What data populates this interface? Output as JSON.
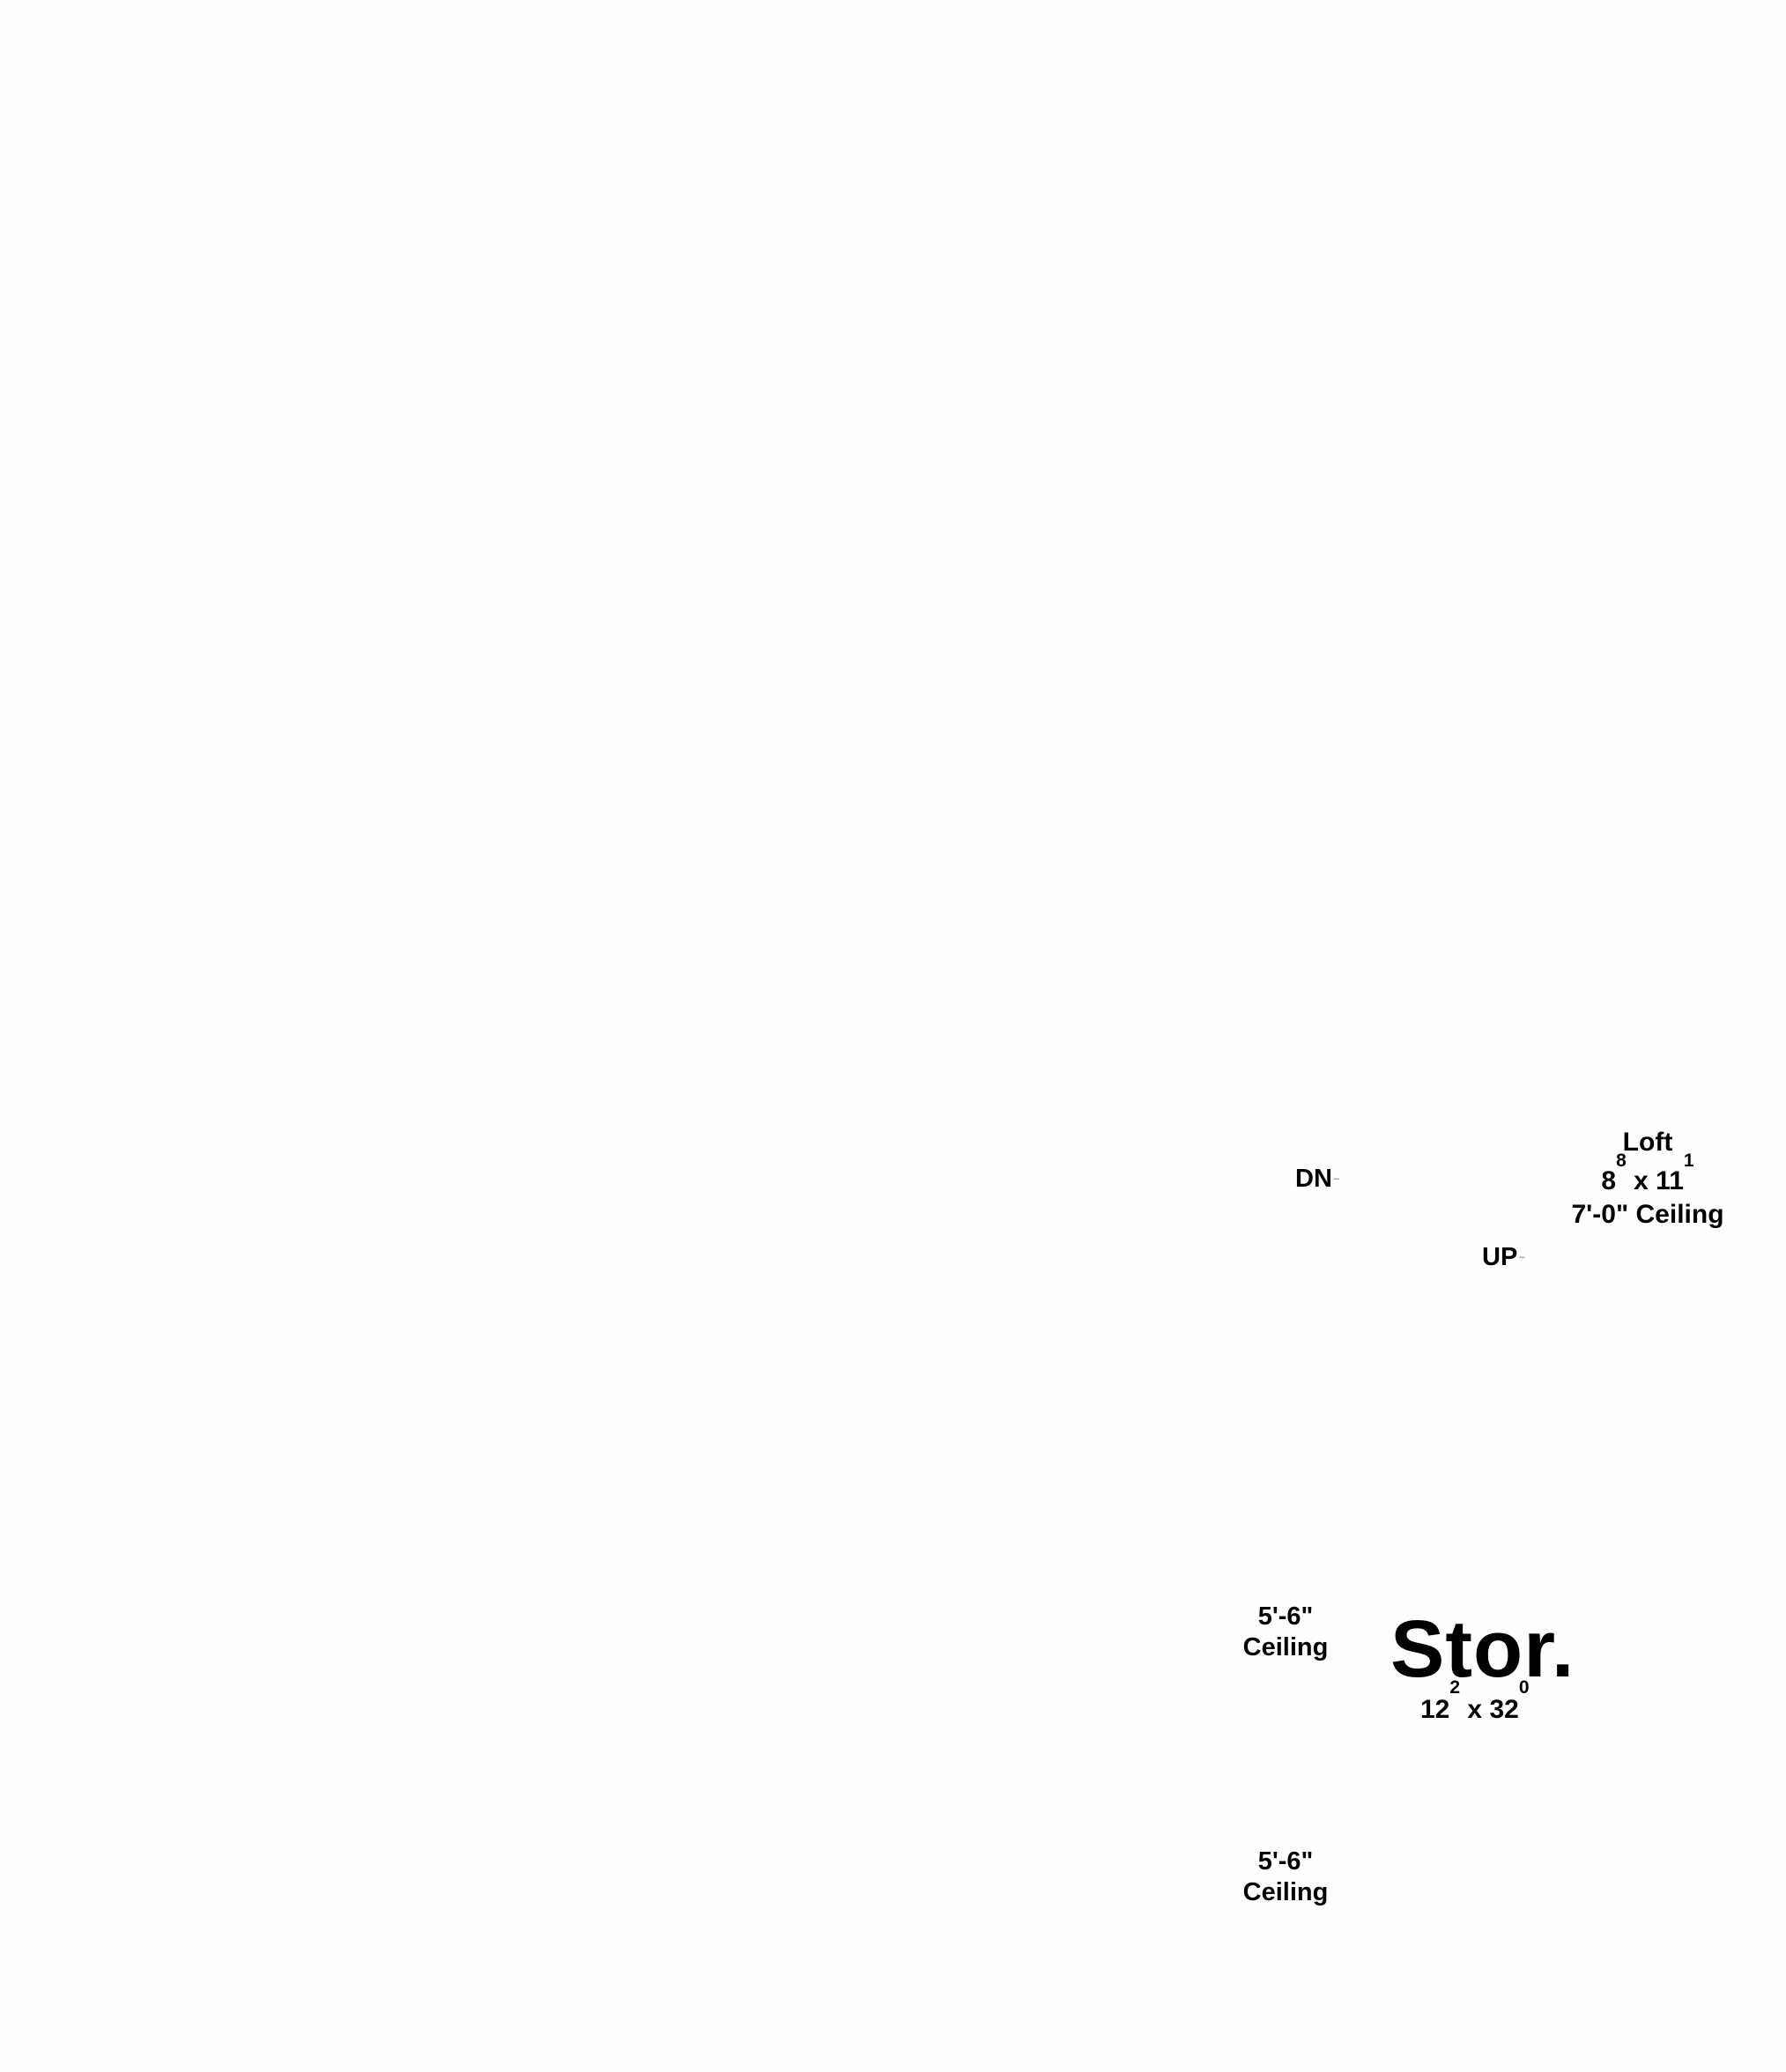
{
  "loft": {
    "name": "Loft",
    "dim_a": "8",
    "dim_a_sup": "8",
    "dim_sep": "x",
    "dim_b": "11",
    "dim_b_sup": "1",
    "ceiling": "7'-0\" Ceiling"
  },
  "stairs": {
    "down": "DN",
    "up": "UP"
  },
  "ceiling_notes": [
    {
      "height": "5'-6\"",
      "label": "Ceiling"
    },
    {
      "height": "5'-6\"",
      "label": "Ceiling"
    }
  ],
  "storage": {
    "name": "Stor.",
    "dim_a": "12",
    "dim_a_sup": "2",
    "dim_sep": "x",
    "dim_b": "32",
    "dim_b_sup": "0"
  }
}
